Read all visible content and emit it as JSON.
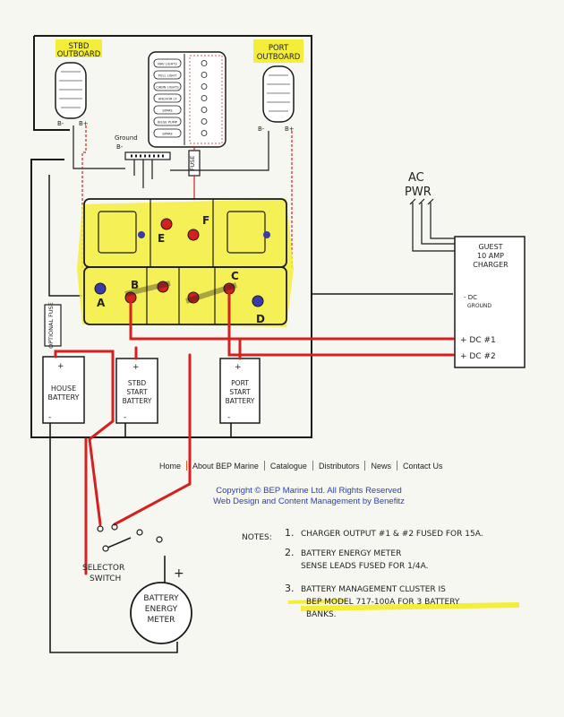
{
  "labels": {
    "stbd_outboard": [
      "STBD",
      "OUTBOARD"
    ],
    "port_outboard": [
      "PORT",
      "OUTBOARD"
    ],
    "ground": "Ground",
    "ground_b": "B-",
    "fuse": "FUSE",
    "ac_pwr": [
      "AC",
      "PWR"
    ],
    "charger": [
      "GUEST",
      "10 AMP",
      "CHARGER"
    ],
    "dc_ground": [
      "- DC",
      "GROUND"
    ],
    "dc1": "+ DC #1",
    "dc2": "+ DC #2",
    "optional_fuse": "OPTIONAL FUSE",
    "house_battery": [
      "HOUSE",
      "BATTERY"
    ],
    "stbd_start_battery": [
      "STBD",
      "START",
      "BATTERY"
    ],
    "port_start_battery": [
      "PORT",
      "START",
      "BATTERY"
    ],
    "selector_switch": [
      "SELECTOR",
      "SWITCH"
    ],
    "battery_energy_meter": [
      "BATTERY",
      "ENERGY",
      "METER"
    ],
    "plus": "+",
    "minus": "-",
    "cluster_letters": [
      "A",
      "B",
      "C",
      "D",
      "E",
      "F"
    ]
  },
  "panel_switches": [
    "NAV LIGHTS",
    "PULL LIGHT",
    "CABIN LIGHTS",
    "ANCHOR LT",
    "SPARE",
    "BILGE PUMP",
    "SPARE"
  ],
  "notes": {
    "heading": "NOTES:",
    "items": [
      {
        "num": "1.",
        "lines": [
          "CHARGER OUTPUT #1 & #2  FUSED FOR 15A."
        ]
      },
      {
        "num": "2.",
        "lines": [
          "BATTERY ENERGY METER",
          "SENSE LEADS FUSED FOR 1/4A."
        ]
      },
      {
        "num": "3.",
        "lines": [
          "BATTERY MANAGEMENT CLUSTER IS",
          "BEP MODEL 717-100A  FOR 3 BATTERY",
          "BANKS."
        ]
      }
    ]
  },
  "nav": [
    "Home",
    "About BEP Marine",
    "Catalogue",
    "Distributors",
    "News",
    "Contact Us"
  ],
  "copyright": "Copyright © BEP Marine Ltd. All Rights Reserved",
  "credits": "Web Design and Content Management by Benefitz",
  "colors": {
    "wire_red": "#d42020",
    "wire_black": "#1a1a1a",
    "highlight": "#f4ee3a",
    "link_blue": "#2a3fb0"
  }
}
